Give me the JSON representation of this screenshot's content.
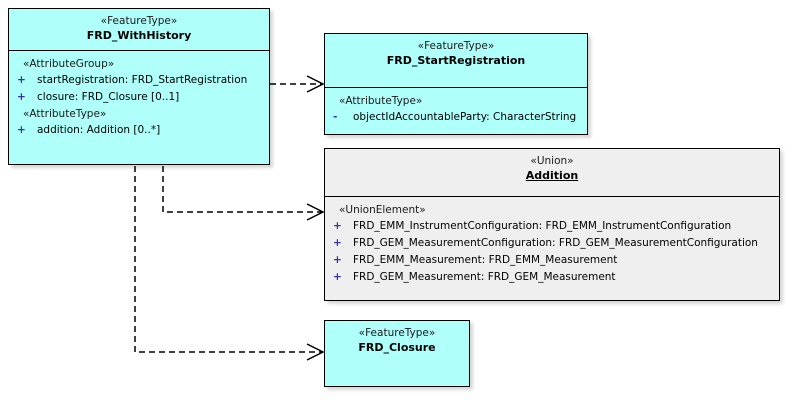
{
  "diagram": {
    "title": "FRD_WithHistory UML class diagram",
    "colors": {
      "feature_fill": "#AFFFFA",
      "union_fill": "#EFEFEF",
      "border": "#000000",
      "visibility_marker": "#3333AA",
      "canvas": "#FFFFFF"
    }
  },
  "classes": {
    "with_history": {
      "stereotype": "«FeatureType»",
      "name": "FRD_WithHistory",
      "compartments": [
        {
          "group": "«AttributeGroup»",
          "attributes": [
            {
              "visibility": "+",
              "text": "startRegistration: FRD_StartRegistration"
            },
            {
              "visibility": "+",
              "text": "closure: FRD_Closure [0..1]"
            }
          ]
        },
        {
          "group": "«AttributeType»",
          "attributes": [
            {
              "visibility": "+",
              "text": "addition: Addition [0..*]"
            }
          ]
        }
      ]
    },
    "start_registration": {
      "stereotype": "«FeatureType»",
      "name": "FRD_StartRegistration",
      "compartments": [
        {
          "group": "«AttributeType»",
          "attributes": [
            {
              "visibility": "-",
              "text": "objectIdAccountableParty: CharacterString"
            }
          ]
        }
      ]
    },
    "addition": {
      "stereotype": "«Union»",
      "name": "Addition",
      "compartments": [
        {
          "group": "«UnionElement»",
          "attributes": [
            {
              "visibility": "+",
              "text": "FRD_EMM_InstrumentConfiguration: FRD_EMM_InstrumentConfiguration"
            },
            {
              "visibility": "+",
              "text": "FRD_GEM_MeasurementConfiguration: FRD_GEM_MeasurementConfiguration"
            },
            {
              "visibility": "+",
              "text": "FRD_EMM_Measurement: FRD_EMM_Measurement"
            },
            {
              "visibility": "+",
              "text": "FRD_GEM_Measurement: FRD_GEM_Measurement"
            }
          ]
        }
      ]
    },
    "closure": {
      "stereotype": "«FeatureType»",
      "name": "FRD_Closure",
      "compartments": []
    }
  },
  "connectors": [
    {
      "name": "withhistory-to-startregistration",
      "style": "dashed",
      "arrow": "open",
      "label": ""
    },
    {
      "name": "withhistory-to-addition",
      "style": "dashed",
      "arrow": "open",
      "label": ""
    },
    {
      "name": "withhistory-to-closure",
      "style": "dashed",
      "arrow": "open",
      "label": ""
    }
  ]
}
